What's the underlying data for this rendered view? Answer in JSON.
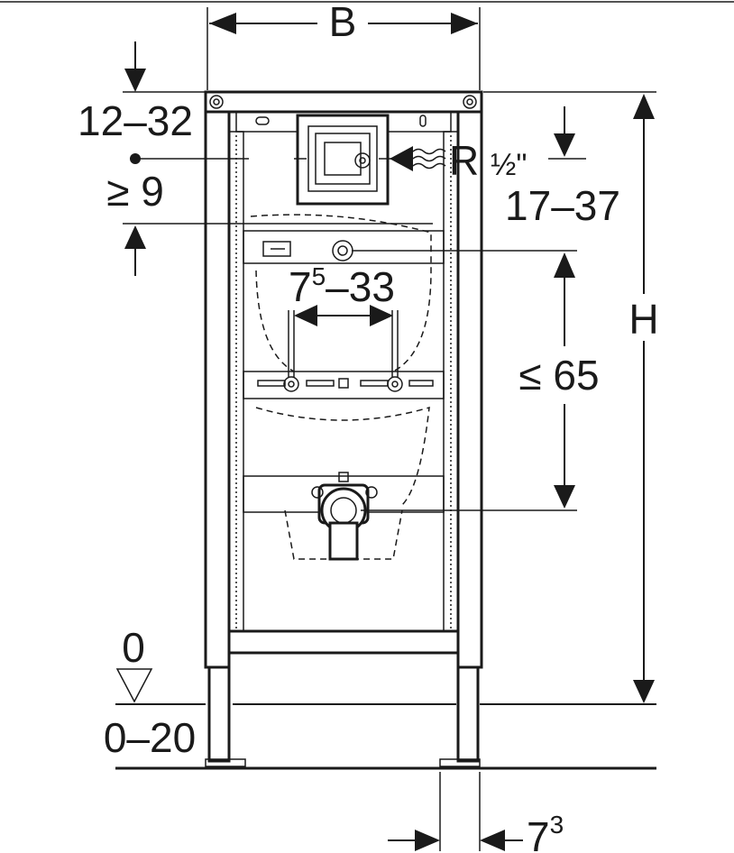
{
  "labels": {
    "width": "B",
    "height": "H",
    "top_offset": "12–32",
    "min_clearance": "≥ 9",
    "pipe_thread_prefix": "R ",
    "pipe_thread_fraction": "½\"",
    "valve_height": "17–37",
    "spacing_base": "7",
    "spacing_sup": "5",
    "spacing_range": "–33",
    "max_drop": "≤ 65",
    "floor_level": "0",
    "floor_range": "0–20",
    "foot_base": "7",
    "foot_sup": "3"
  },
  "icons": {
    "water_inlet": "wavy-water-icon",
    "floor_marker": "level-triangle-icon"
  },
  "colors": {
    "line": "#1a1a1a",
    "background": "#ffffff"
  }
}
